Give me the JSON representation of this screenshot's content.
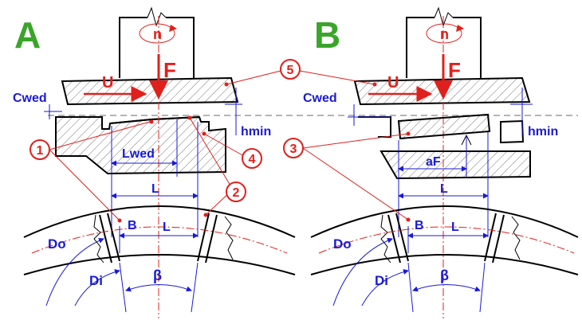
{
  "panels": {
    "a": {
      "letter": "A",
      "rotation": "n",
      "force": "F",
      "velocity": "U",
      "film_label": "Cwed",
      "min_film": "hmin",
      "wedge_length": "Lwed",
      "pad_length": "L",
      "ring_pad_length": "L",
      "width": "B",
      "outer_dia": "Do",
      "inner_dia": "Di",
      "angle": "β",
      "callouts": [
        "1",
        "2",
        "4",
        "5"
      ]
    },
    "b": {
      "letter": "B",
      "rotation": "n",
      "force": "F",
      "velocity": "U",
      "film_label": "Cwed",
      "min_film": "hmin",
      "pivot_offset": "aF",
      "pad_length": "L",
      "ring_pad_length": "L",
      "width": "B",
      "outer_dia": "Do",
      "inner_dia": "Di",
      "angle": "β",
      "callouts": [
        "3"
      ]
    }
  },
  "colors": {
    "letter": "#3aa52a",
    "dimension": "#1a1ad6",
    "force": "#e0201c",
    "outline": "#000000"
  }
}
